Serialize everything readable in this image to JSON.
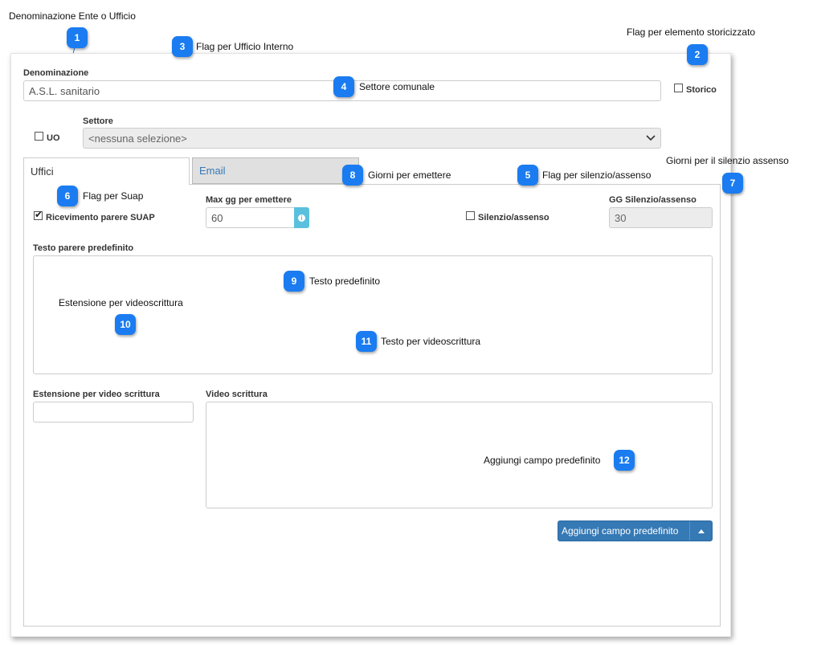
{
  "annotations": {
    "n1": {
      "num": "1",
      "text": "Denominazione Ente o Ufficio"
    },
    "n2": {
      "num": "2",
      "text": "Flag per elemento storicizzato"
    },
    "n3": {
      "num": "3",
      "text": "Flag per Ufficio Interno"
    },
    "n4": {
      "num": "4",
      "text": "Settore comunale"
    },
    "n5": {
      "num": "5",
      "text": "Flag per silenzio/assenso"
    },
    "n6": {
      "num": "6",
      "text": "Flag per Suap"
    },
    "n7": {
      "num": "7",
      "text": "Giorni per il silenzio assenso"
    },
    "n8": {
      "num": "8",
      "text": "Giorni per emettere"
    },
    "n9": {
      "num": "9",
      "text": "Testo predefinito"
    },
    "n10": {
      "num": "10",
      "text": "Estensione per videoscrittura"
    },
    "n11": {
      "num": "11",
      "text": "Testo per videoscrittura"
    },
    "n12": {
      "num": "12",
      "text": "Aggiungi campo predefinito"
    }
  },
  "form": {
    "denominazione_label": "Denominazione",
    "denominazione_value": "A.S.L. sanitario",
    "storico_label": "Storico",
    "storico_checked": false,
    "uo_label": "UO",
    "uo_checked": false,
    "settore_label": "Settore",
    "settore_value": "<nessuna selezione>"
  },
  "tabs": [
    {
      "label": "Uffici",
      "active": true
    },
    {
      "label": "Email",
      "active": false
    }
  ],
  "uffici": {
    "suap_label": "Ricevimento parere SUAP",
    "suap_checked": true,
    "max_gg_label": "Max gg per emettere",
    "max_gg_value": "60",
    "info_icon": "info-icon",
    "silenzio_label": "Silenzio/assenso",
    "silenzio_checked": false,
    "gg_silenzio_label": "GG Silenzio/assenso",
    "gg_silenzio_value": "30",
    "testo_parere_label": "Testo parere predefinito",
    "testo_parere_value": "",
    "estensione_label": "Estensione per video scrittura",
    "estensione_value": "",
    "video_label": "Video scrittura",
    "video_value": "",
    "add_button_label": "Aggiungi campo predefinito",
    "add_button_caret_icon": "caret-up-icon"
  },
  "colors": {
    "badge": "#1a7cf0",
    "button": "#3579b5",
    "info": "#5bc0de"
  }
}
